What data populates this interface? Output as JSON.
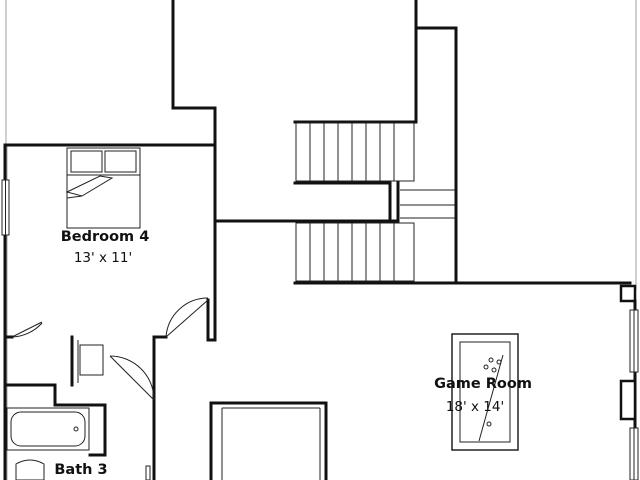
{
  "rooms": [
    {
      "id": "bedroom-4",
      "name": "Bedroom 4",
      "dimensions": "13' x 11'"
    },
    {
      "id": "game-room",
      "name": "Game Room",
      "dimensions": "18' x 14'"
    },
    {
      "id": "bath-3",
      "name": "Bath 3"
    }
  ]
}
